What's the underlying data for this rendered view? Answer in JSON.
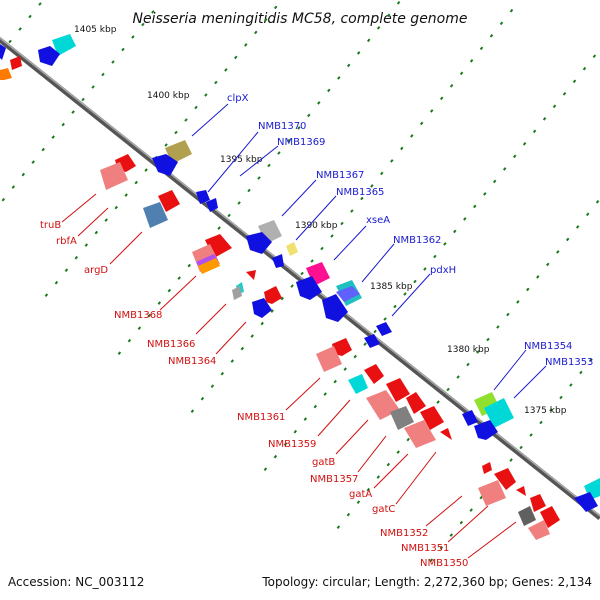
{
  "title": "Neisseria meningitidis MC58, complete genome",
  "footer": {
    "accession": "Accession: NC_003112",
    "summary": "Topology: circular; Length: 2,272,360 bp; Genes: 2,134"
  },
  "ticks": [
    {
      "label": "1405 kbp"
    },
    {
      "label": "1400 kbp"
    },
    {
      "label": "1395 kbp"
    },
    {
      "label": "1390 kbp"
    },
    {
      "label": "1385 kbp"
    },
    {
      "label": "1380 kbp"
    },
    {
      "label": "1375 kbp"
    }
  ],
  "genes_forward": [
    {
      "label": "clpX"
    },
    {
      "label": "NMB1370"
    },
    {
      "label": "NMB1369"
    },
    {
      "label": "NMB1367"
    },
    {
      "label": "NMB1365"
    },
    {
      "label": "xseA"
    },
    {
      "label": "NMB1362"
    },
    {
      "label": "pdxH"
    },
    {
      "label": "NMB1354"
    },
    {
      "label": "NMB1353"
    }
  ],
  "genes_reverse": [
    {
      "label": "truB"
    },
    {
      "label": "rbfA"
    },
    {
      "label": "argD"
    },
    {
      "label": "NMB1368"
    },
    {
      "label": "NMB1366"
    },
    {
      "label": "NMB1364"
    },
    {
      "label": "NMB1361"
    },
    {
      "label": "NMB1359"
    },
    {
      "label": "gatB"
    },
    {
      "label": "NMB1357"
    },
    {
      "label": "gatA"
    },
    {
      "label": "gatC"
    },
    {
      "label": "NMB1352"
    },
    {
      "label": "NMB1351"
    },
    {
      "label": "NMB1350"
    }
  ],
  "colors": {
    "forward_strand": "#1010e0",
    "reverse_strand": "#e81010",
    "axis": "#777777",
    "tick_dots": "#1a7a1a"
  }
}
